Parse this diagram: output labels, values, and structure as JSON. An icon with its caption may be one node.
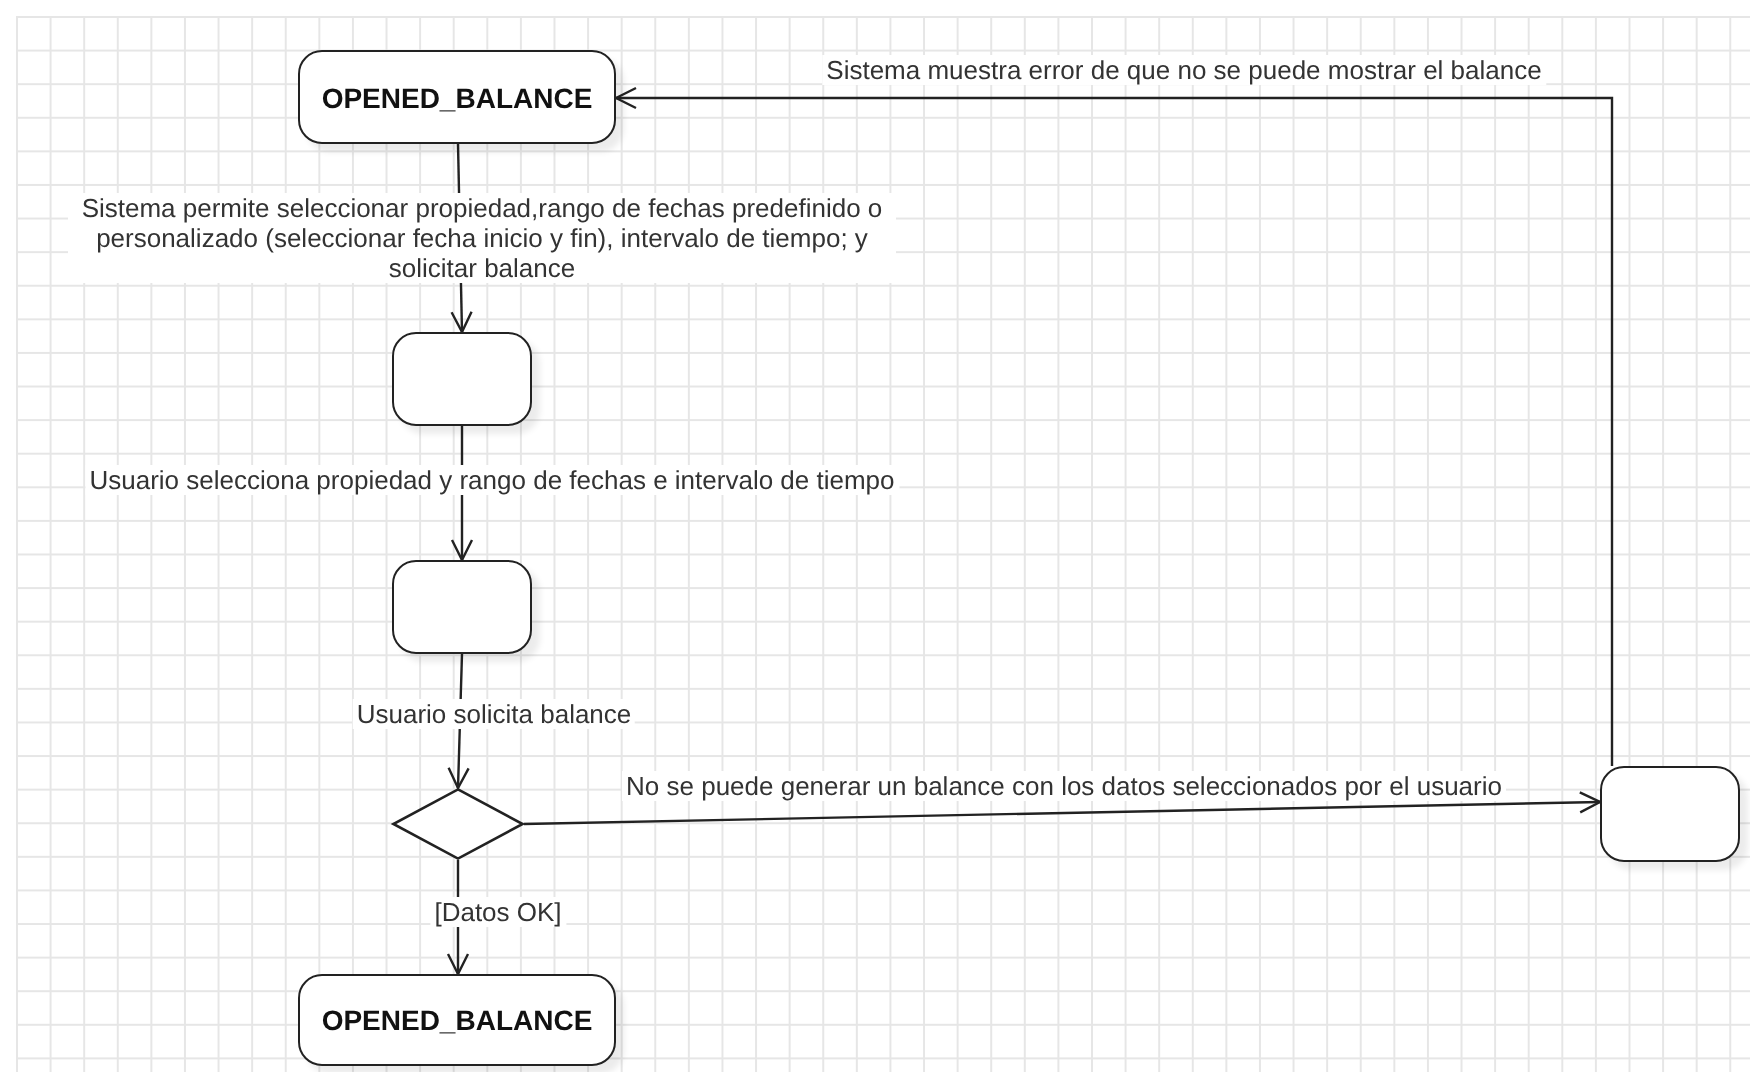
{
  "diagram": {
    "nodes": [
      {
        "text": [
          "OPENED_BALANCE"
        ]
      },
      {
        "text": [],
        "shape": "box"
      },
      {
        "text": [],
        "shape": "box"
      },
      {
        "text": [],
        "shape": "diamond"
      },
      {
        "text": [],
        "shape": "box"
      },
      {
        "text": [
          "OPENED_BALANCE"
        ]
      }
    ],
    "edges": [
      {
        "from": 0,
        "to": 1,
        "arrow": "to",
        "label": "Sistema permite seleccionar propiedad,rango de fechas predefinido o personalizado (seleccionar fecha inicio y fin), intervalo de tiempo; y solicitar balance"
      },
      {
        "from": 1,
        "to": 2,
        "arrow": "to",
        "label": "Usuario selecciona propiedad y rango de fechas e intervalo de tiempo"
      },
      {
        "from": 2,
        "to": 3,
        "arrow": "to",
        "label": "Usuario solicita balance"
      },
      {
        "from": 3,
        "to": 4,
        "arrow": "to",
        "label": "No se puede generar un balance con los datos seleccionados por el usuario"
      },
      {
        "from": 4,
        "to": 0,
        "arrow": "to",
        "label": "Sistema muestra error de que no se puede mostrar el balance"
      },
      {
        "from": 3,
        "to": 5,
        "arrow": "to",
        "label": "[Datos OK]"
      }
    ]
  }
}
